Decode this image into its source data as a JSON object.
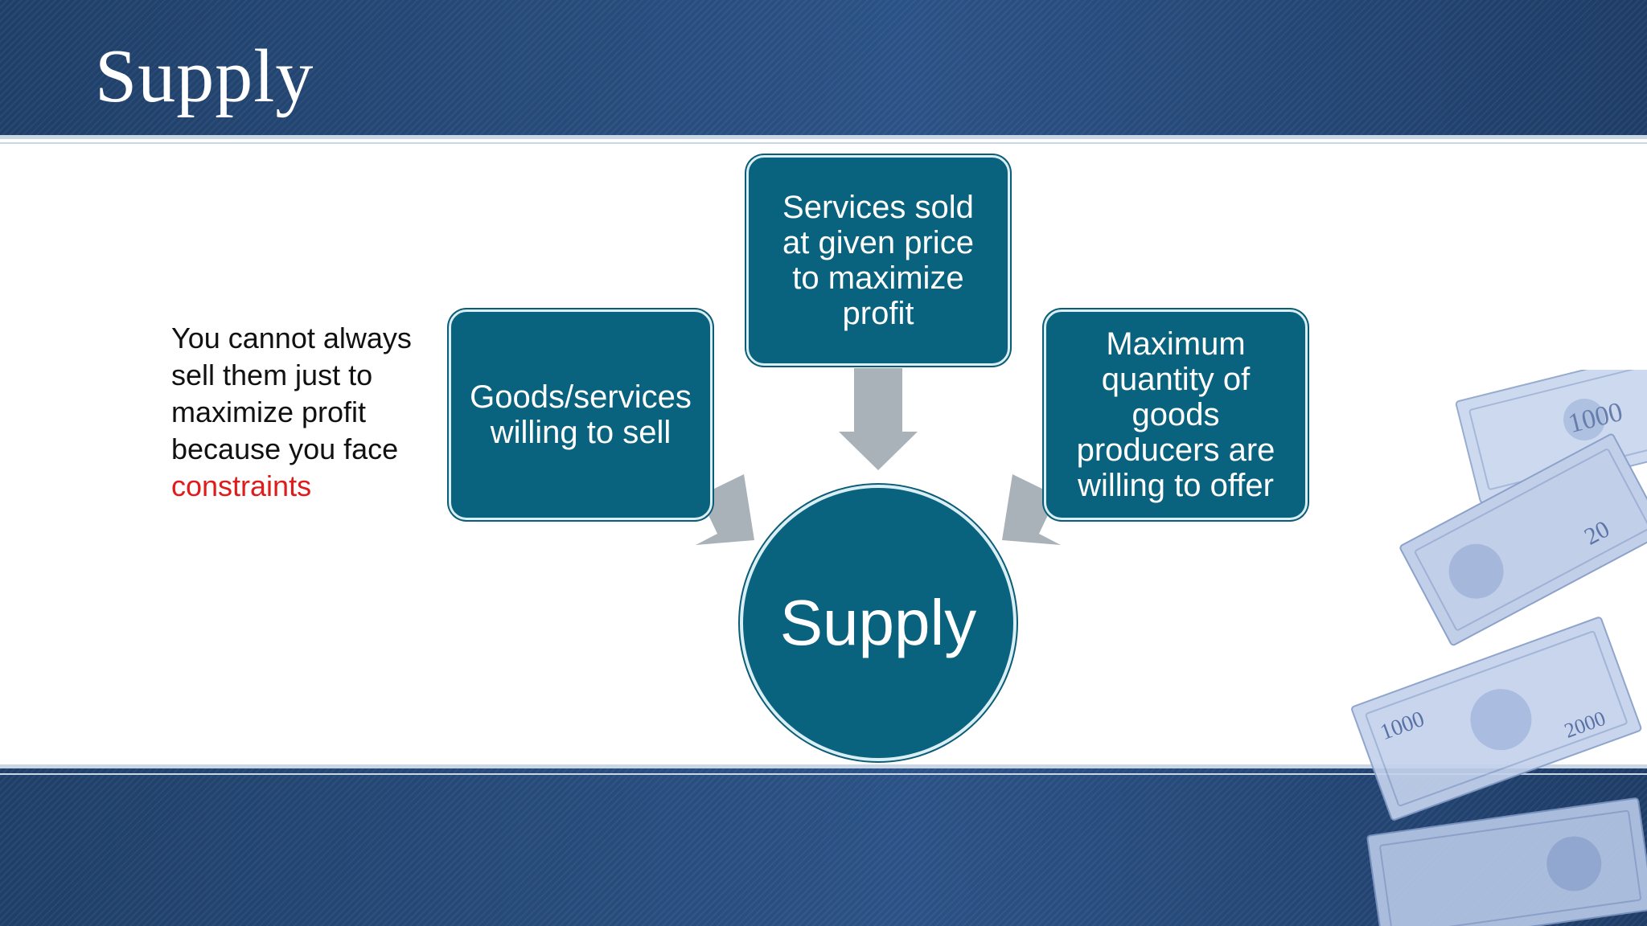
{
  "slide": {
    "title": "Supply",
    "side_note": {
      "line1": "You cannot always",
      "line2": "sell them just to",
      "line3": "maximize profit",
      "line4": "because you face",
      "highlight": "constraints"
    },
    "diagram": {
      "left_box": [
        "Goods/services",
        "willing to sell"
      ],
      "top_box": [
        "Services sold",
        "at given price",
        "to maximize",
        "profit"
      ],
      "right_box": [
        "Maximum",
        "quantity of",
        "goods",
        "producers are",
        "willing to offer"
      ],
      "center": "Supply"
    },
    "decoration": {
      "banknote_labels": [
        "1000",
        "20",
        "1000",
        "2000"
      ]
    },
    "colors": {
      "band": "#2b5286",
      "box_fill": "#09627e",
      "arrow": "#a9b1b9",
      "highlight": "#e01b1b"
    }
  }
}
